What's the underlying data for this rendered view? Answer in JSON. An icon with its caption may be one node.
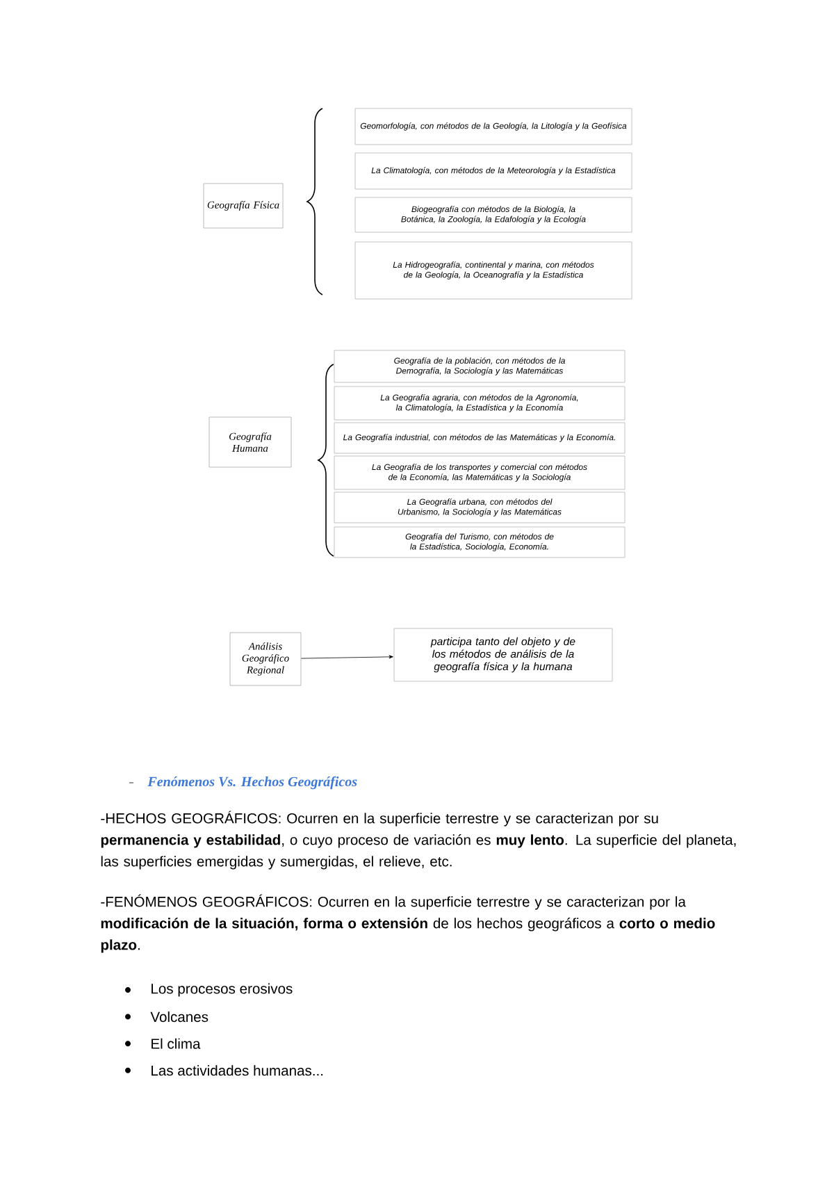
{
  "diagram": {
    "nodes": [
      {
        "text": [
          "Geografía Física"
        ]
      },
      {
        "text": [
          "Geomorfología, con métodos de la Geología, la Litología y la Geofísica"
        ]
      },
      {
        "text": [
          "La Climatología, con métodos de la Meteorología y la Estadística"
        ]
      },
      {
        "text": [
          "Biogeografía con métodos de la Biología, la Botánica, la Zoología, la Edafología y la Ecología"
        ]
      },
      {
        "text": [
          "La Hidrogeografía, continental y marina, con métodos de la Geología, la Oceanografía y la Estadística"
        ]
      },
      {
        "text": [
          "Geografía Humana"
        ]
      },
      {
        "text": [
          "Geografía de la población, con métodos de la Demografía, la Sociología y las Matemáticas"
        ]
      },
      {
        "text": [
          "La Geografía agraria, con métodos de la Agronomía, la Climatología, la Estadística y la Economía"
        ]
      },
      {
        "text": [
          "La Geografía industrial, con métodos de las Matemáticas y la Economía."
        ]
      },
      {
        "text": [
          "La Geografía de los transportes y comercial con métodos de la Economía, las Matemáticas y la Sociología"
        ]
      },
      {
        "text": [
          "La Geografía urbana, con métodos del Urbanismo, la Sociología y las Matemáticas"
        ]
      },
      {
        "text": [
          "Geografía del Turismo, con métodos de la Estadística, Sociología, Economía."
        ]
      },
      {
        "text": [
          "Análisis Geográfico Regional"
        ]
      },
      {
        "text": [
          "participa tanto del objeto y de los métodos de análisis de la geografía física y la humana"
        ]
      }
    ],
    "edges": [
      {
        "from": 12,
        "to": 13,
        "arrow": "to"
      }
    ],
    "labels": [
      "Fenómenos Vs. Hechos Geográficos",
      "-HECHOS GEOGRÁFICOS: Ocurren en la superficie terrestre y se caracterizan por su **permanencia y estabilidad**, o cuyo proceso de variación es **muy lento**. La superficie del planeta, las superficies emergidas y sumergidas, el relieve, etc.",
      "-FENÓMENOS GEOGRÁFICOS: Ocurren en la superficie terrestre y se caracterizan por la **modificación de la situación, forma o extensión** de los hechos geográficos a **corto o medio plazo**.",
      "Los procesos erosivos",
      "Volcanes",
      "El clima",
      "Las actividades humanas..."
    ]
  }
}
